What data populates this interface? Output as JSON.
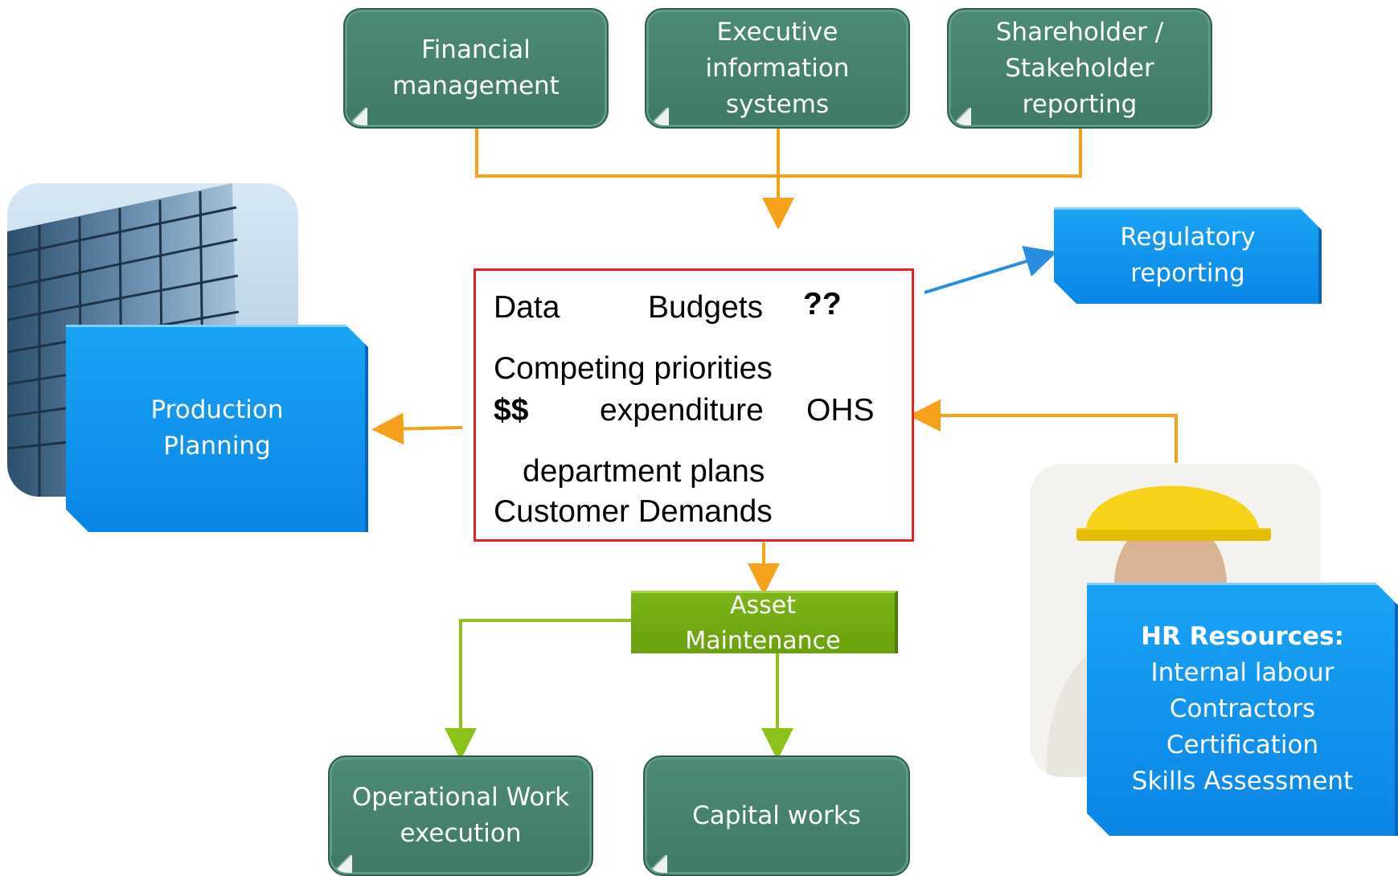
{
  "top_boxes": {
    "financial": {
      "line1": "Financial",
      "line2": "management"
    },
    "executive": {
      "line1": "Executive",
      "line2": "information",
      "line3": "systems"
    },
    "shareholder": {
      "line1": "Shareholder /",
      "line2": "Stakeholder",
      "line3": "reporting"
    }
  },
  "regulatory": {
    "line1": "Regulatory",
    "line2": "reporting"
  },
  "production": {
    "line1": "Production",
    "line2": "Planning"
  },
  "center": {
    "data": "Data",
    "budgets": "Budgets",
    "question": "??",
    "competing": "Competing priorities",
    "dollars": "$$",
    "expenditure": "expenditure",
    "ohs": "OHS",
    "department": "department plans",
    "customer": "Customer Demands"
  },
  "asset": {
    "line1": "Asset",
    "line2": "Maintenance"
  },
  "bottom_boxes": {
    "operational": {
      "line1": "Operational Work",
      "line2": "execution"
    },
    "capital": {
      "line1": "Capital works"
    }
  },
  "hr": {
    "title": "HR Resources:",
    "items": [
      "Internal labour",
      "Contractors",
      "Certification",
      "Skills Assessment"
    ]
  },
  "colors": {
    "green_box": "#3f7a65",
    "blue_box": "#0a86e6",
    "orange_line": "#f7a01c",
    "lime_line": "#8cc21b",
    "blue_line": "#2a8de0",
    "center_border": "#e62020"
  }
}
